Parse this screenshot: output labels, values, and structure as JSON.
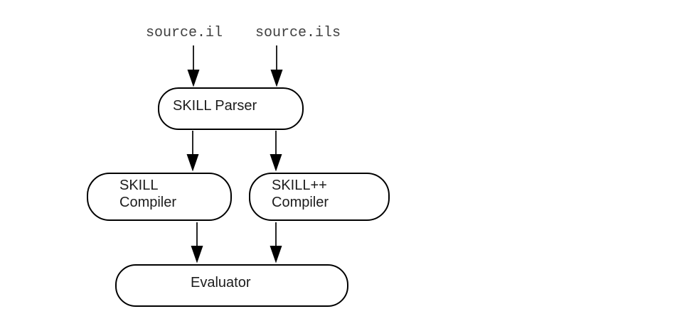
{
  "colors": {
    "background": "#ffffff",
    "stroke": "#000000",
    "node_text": "#1c1c1c",
    "source_label_text": "#404040"
  },
  "source_labels": {
    "il": {
      "label": "source.il"
    },
    "ils": {
      "label": "source.ils"
    }
  },
  "nodes": {
    "parser": {
      "label": "SKILL Parser"
    },
    "skill_compiler": {
      "lines": [
        "SKILL",
        "Compiler"
      ]
    },
    "skillpp_compiler": {
      "lines": [
        "SKILL++",
        "Compiler"
      ]
    },
    "evaluator": {
      "label": "Evaluator"
    }
  },
  "edges": [
    {
      "from": "source.il",
      "to": "SKILL Parser"
    },
    {
      "from": "source.ils",
      "to": "SKILL Parser"
    },
    {
      "from": "SKILL Parser",
      "to": "SKILL Compiler"
    },
    {
      "from": "SKILL Parser",
      "to": "SKILL++ Compiler"
    },
    {
      "from": "SKILL Compiler",
      "to": "Evaluator"
    },
    {
      "from": "SKILL++ Compiler",
      "to": "Evaluator"
    }
  ]
}
